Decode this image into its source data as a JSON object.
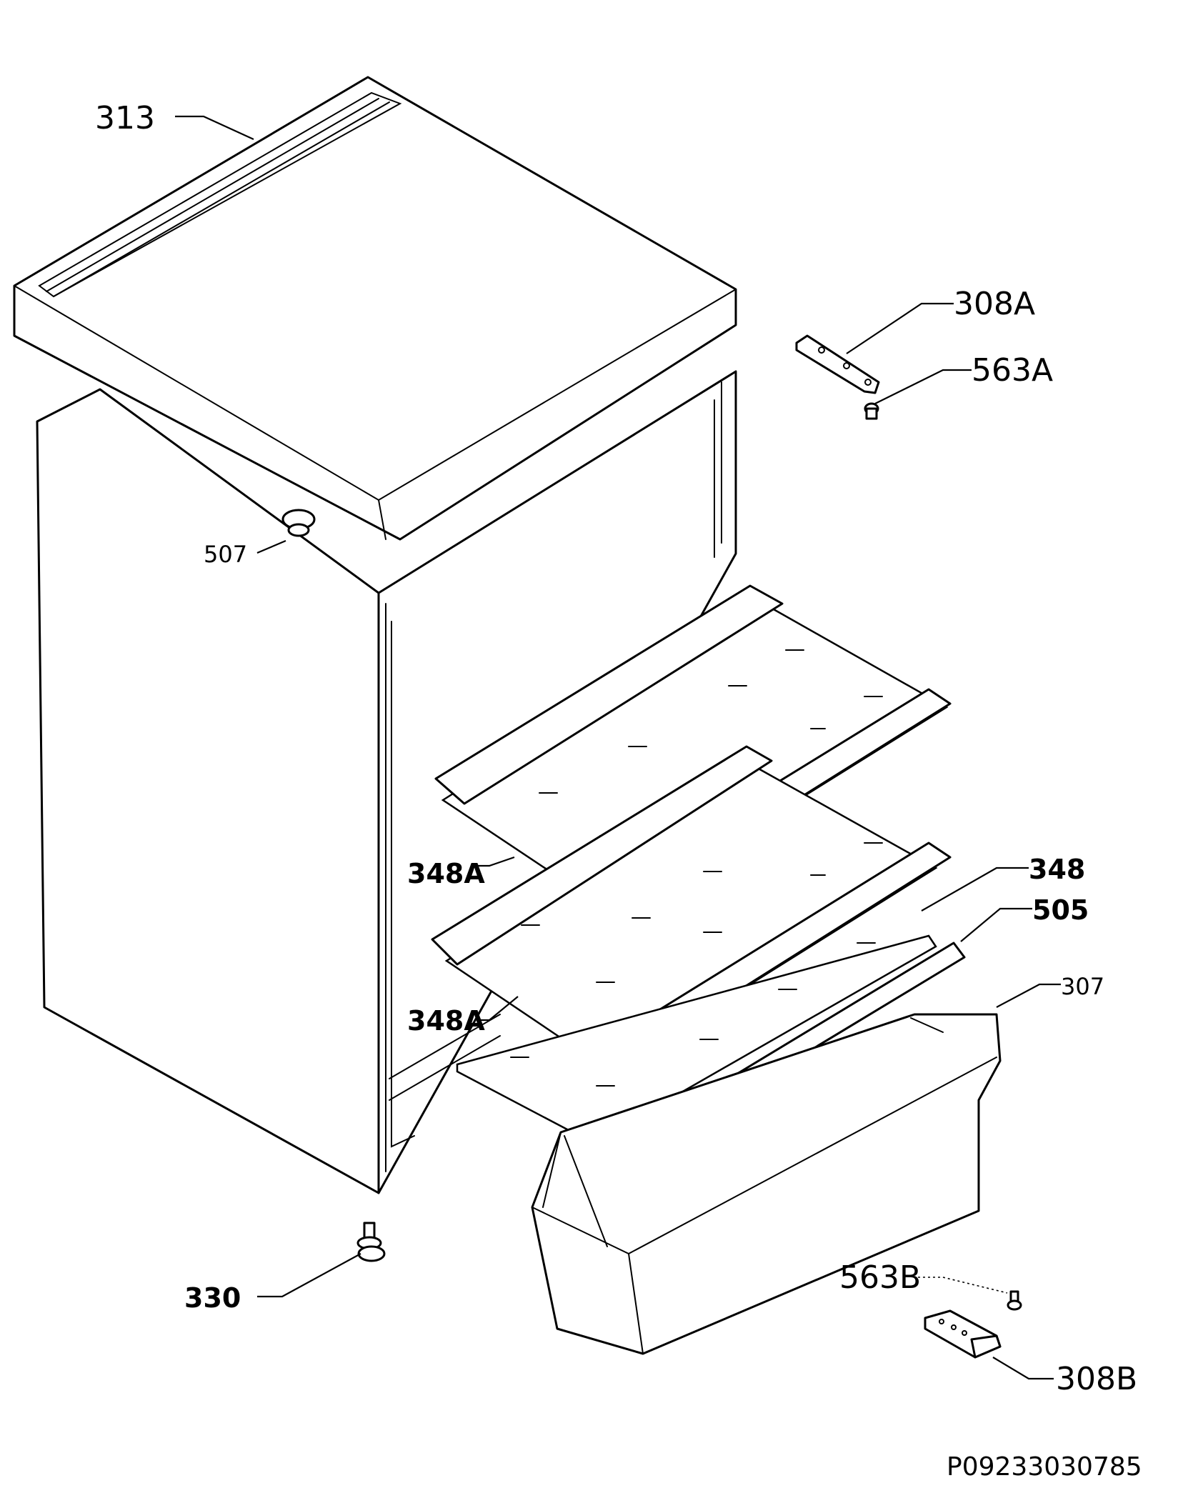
{
  "labels": {
    "l313": "313",
    "l308A": "308A",
    "l563A": "563A",
    "l507": "507",
    "l348A_1": "348A",
    "l348": "348",
    "l505": "505",
    "l307": "307",
    "l348A_2": "348A",
    "l330": "330",
    "l563B": "563B",
    "l308B": "308B"
  },
  "drawing_code": "P09233030785"
}
